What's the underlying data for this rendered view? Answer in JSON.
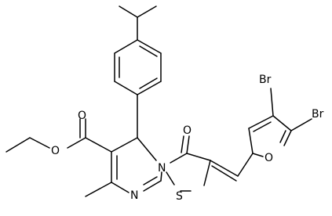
{
  "molecule": {
    "atoms": {
      "br_top": "Br",
      "br_right": "Br",
      "o_furan": "O",
      "o_ketone": "O",
      "o_ester_carbonyl": "O",
      "o_ester_ether": "O",
      "n_bridge": "N",
      "n_ring": "N",
      "s_ring": "S"
    }
  }
}
